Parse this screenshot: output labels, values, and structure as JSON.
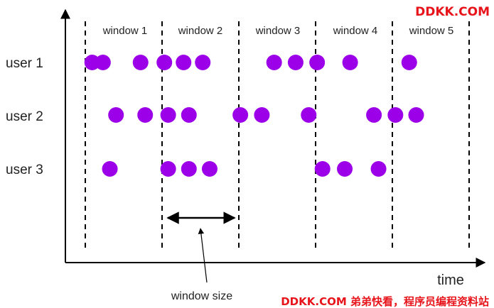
{
  "watermark_top": "DDKK.COM",
  "watermark_bottom": "DDKK.COM 弟弟快看，程序员编程资料站",
  "x_axis_label": "time",
  "window_size_label": "window size",
  "windows": [
    "window 1",
    "window 2",
    "window 3",
    "window 4",
    "window 5"
  ],
  "users": [
    {
      "label": "user 1",
      "events": [
        0.9,
        2.3,
        7.2,
        10.3,
        12.8,
        15.3,
        24.6,
        27.4,
        30.2,
        34.5,
        42.2
      ]
    },
    {
      "label": "user 2",
      "events": [
        4.0,
        7.8,
        10.8,
        13.5,
        20.2,
        23.0,
        29.1,
        37.6,
        40.4,
        43.1
      ]
    },
    {
      "label": "user 3",
      "events": [
        3.2,
        10.8,
        13.5,
        16.2,
        30.9,
        33.8,
        38.2
      ]
    }
  ],
  "colors": {
    "event": "#9b00e8",
    "axis": "#000000",
    "dashed": "#000000",
    "watermark": "#e8141b"
  }
}
